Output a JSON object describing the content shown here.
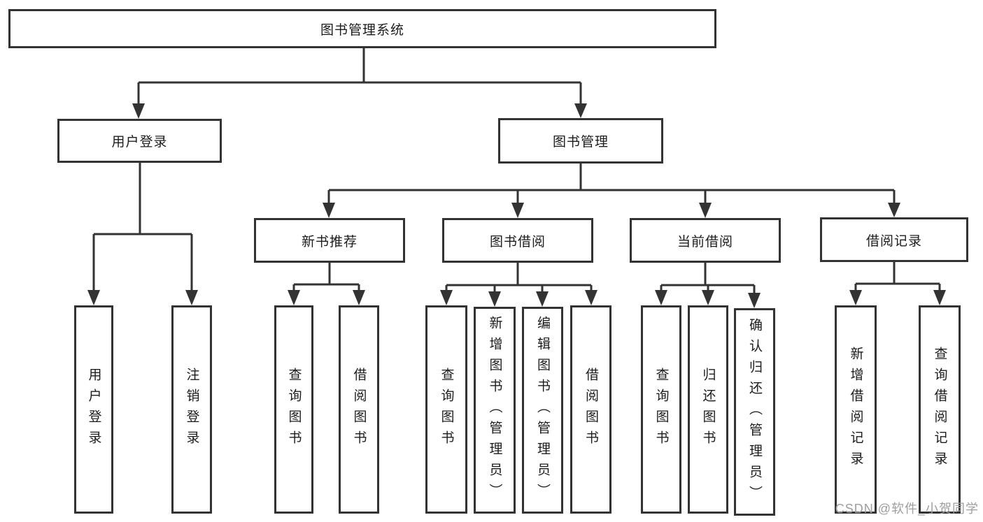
{
  "diagram": {
    "type": "tree",
    "title": "图书管理系统",
    "structure": {
      "图书管理系统": [
        "用户登录",
        "图书管理"
      ],
      "用户登录": [
        "用户登录",
        "注销登录"
      ],
      "图书管理": [
        "新书推荐",
        "图书借阅",
        "当前借阅",
        "借阅记录"
      ],
      "新书推荐": [
        "查询图书",
        "借阅图书"
      ],
      "图书借阅": [
        "查询图书",
        "新增图书（管理员）",
        "编辑图书（管理员）",
        "借阅图书"
      ],
      "当前借阅": [
        "查询图书",
        "归还图书",
        "确认归还（管理员）"
      ],
      "借阅记录": [
        "新增借阅记录",
        "查询借阅记录"
      ]
    }
  },
  "nodes": {
    "root": "图书管理系统",
    "user_login": "用户登录",
    "book_mgmt": "图书管理",
    "new_book_rec": "新书推荐",
    "book_borrow": "图书借阅",
    "current_borrow": "当前借阅",
    "borrow_record": "借阅记录",
    "leaf_user_login": "用户登录",
    "leaf_logout": "注销登录",
    "leaf_query_book_a": "查询图书",
    "leaf_borrow_book_a": "借阅图书",
    "leaf_query_book_b": "查询图书",
    "leaf_add_book": "新增图书（管理员）",
    "leaf_edit_book": "编辑图书（管理员）",
    "leaf_borrow_book_b": "借阅图书",
    "leaf_query_book_c": "查询图书",
    "leaf_return_book": "归还图书",
    "leaf_confirm_return": "确认归还（管理员）",
    "leaf_add_record": "新增借阅记录",
    "leaf_query_record": "查询借阅记录"
  },
  "watermark": {
    "text": "CSDN @软件_小贺同学",
    "color": "#9e9e9e"
  },
  "colors": {
    "line": "#333333",
    "box_border": "#333333",
    "text": "#1c1c1c",
    "background": "#ffffff"
  }
}
